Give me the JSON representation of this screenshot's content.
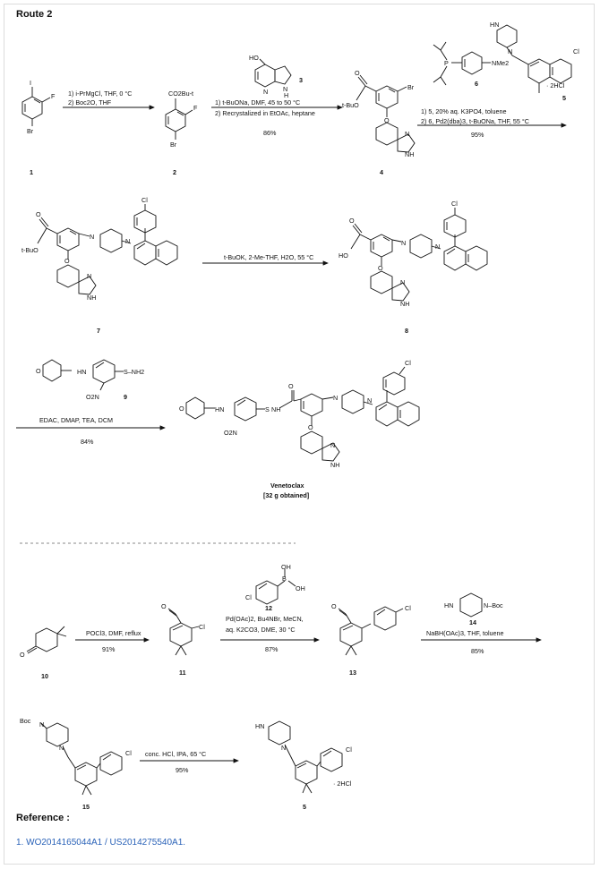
{
  "title": "Route 2",
  "steps": {
    "s1": {
      "l1": "1) i-PrMgCl, THF, 0 °C",
      "l2": "2) Boc2O, THF"
    },
    "s2": {
      "reagent_num": "3",
      "l1": "1) t-BuONa, DMF, 45 to 50 °C",
      "l2": "2) Recrystalized in EtOAc, heptane",
      "yield": "86%"
    },
    "s3": {
      "reagent_num": "6",
      "l1": "1) 5, 20% aq. K3PO4, toluene",
      "l2": "2) 6, Pd2(dba)3, t-BuONa, THF, 55 °C",
      "yield": "95%"
    },
    "s4": {
      "l1": "t-BuOK, 2-Me-THF, H2O, 55 °C"
    },
    "s5": {
      "reagent_num": "9",
      "l1": "EDAC, DMAP, TEA, DCM",
      "yield": "84%"
    },
    "s6": {
      "l1": "POCl3, DMF, reflux",
      "yield": "91%"
    },
    "s7": {
      "reagent_num": "12",
      "l1": "Pd(OAc)2, Bu4NBr, MeCN,",
      "l2": "aq. K2CO3, DME, 30 °C",
      "yield": "87%"
    },
    "s8": {
      "reagent_num": "14",
      "l1": "NaBH(OAc)3, THF, toluene",
      "yield": "85%"
    },
    "s9": {
      "l1": "conc. HCl, IPA, 65 °C",
      "yield": "95%"
    }
  },
  "compounds": {
    "c1": "1",
    "c2": "2",
    "c4": "4",
    "c5": "5",
    "c7": "7",
    "c8": "8",
    "c10": "10",
    "c11": "11",
    "c13": "13",
    "c15": "15",
    "c5b": "5",
    "venetoclax": "Venetoclax",
    "venetoclax_note": "[32 g obtained]"
  },
  "atoms": {
    "F": "F",
    "I": "I",
    "Br": "Br",
    "Cl": "Cl",
    "O": "O",
    "N": "N",
    "H": "H",
    "NH": "NH",
    "HN": "HN",
    "HO": "HO",
    "OH": "OH",
    "B": "B",
    "P": "P",
    "S": "S",
    "CO2Bu": "CO2Bu-t",
    "tBuO": "t-BuO",
    "NMe2": "NMe2",
    "HCl2": "· 2HCl",
    "O2N": "O2N",
    "NH2": "S–NH2",
    "Boc": "Boc",
    "NBoc": "N–Boc"
  },
  "reference": {
    "heading": "Reference :",
    "number": "1.",
    "links": [
      "WO2014165044A1",
      "US2014275540A1"
    ],
    "separator": " / ",
    "end": "."
  }
}
